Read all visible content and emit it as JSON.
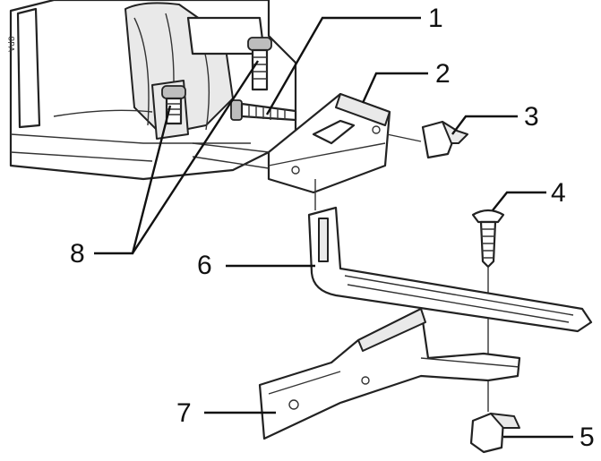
{
  "callouts": {
    "c1": "1",
    "c2": "2",
    "c3": "3",
    "c4": "4",
    "c5": "5",
    "c6": "6",
    "c7": "7",
    "c8": "8"
  },
  "stamp": "Vd8"
}
